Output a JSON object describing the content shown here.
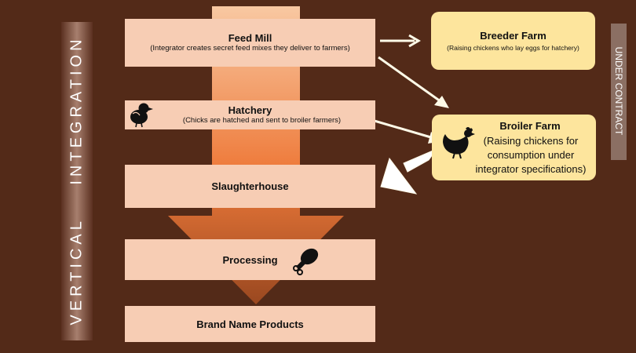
{
  "side_labels": {
    "vertical_integration": "VERTICAL    INTEGRATION",
    "under_contract": "UNDER CONTRACT"
  },
  "chain": {
    "feed_mill": {
      "title": "Feed Mill",
      "subtitle": "(Integrator creates secret feed mixes they deliver to farmers)"
    },
    "hatchery": {
      "title": "Hatchery",
      "subtitle": "(Chicks are hatched and sent to broiler farmers)",
      "icon": "chick-icon"
    },
    "slaughterhouse": {
      "title": "Slaughterhouse"
    },
    "processing": {
      "title": "Processing",
      "icon": "drumstick-icon"
    },
    "brand_products": {
      "title": "Brand Name Products"
    }
  },
  "farms": {
    "breeder": {
      "title": "Breeder Farm",
      "subtitle": "(Raising chickens who lay eggs for hatchery)"
    },
    "broiler": {
      "title": "Broiler Farm",
      "subtitle": "(Raising chickens for consumption under integrator specifications)",
      "icon": "hen-icon"
    }
  },
  "colors": {
    "background": "#532a18",
    "chain_box": "#f7cdb4",
    "farm_box": "#fde59d",
    "flow_arrow": "#ee7a3a",
    "connector": "#fffbe8"
  }
}
